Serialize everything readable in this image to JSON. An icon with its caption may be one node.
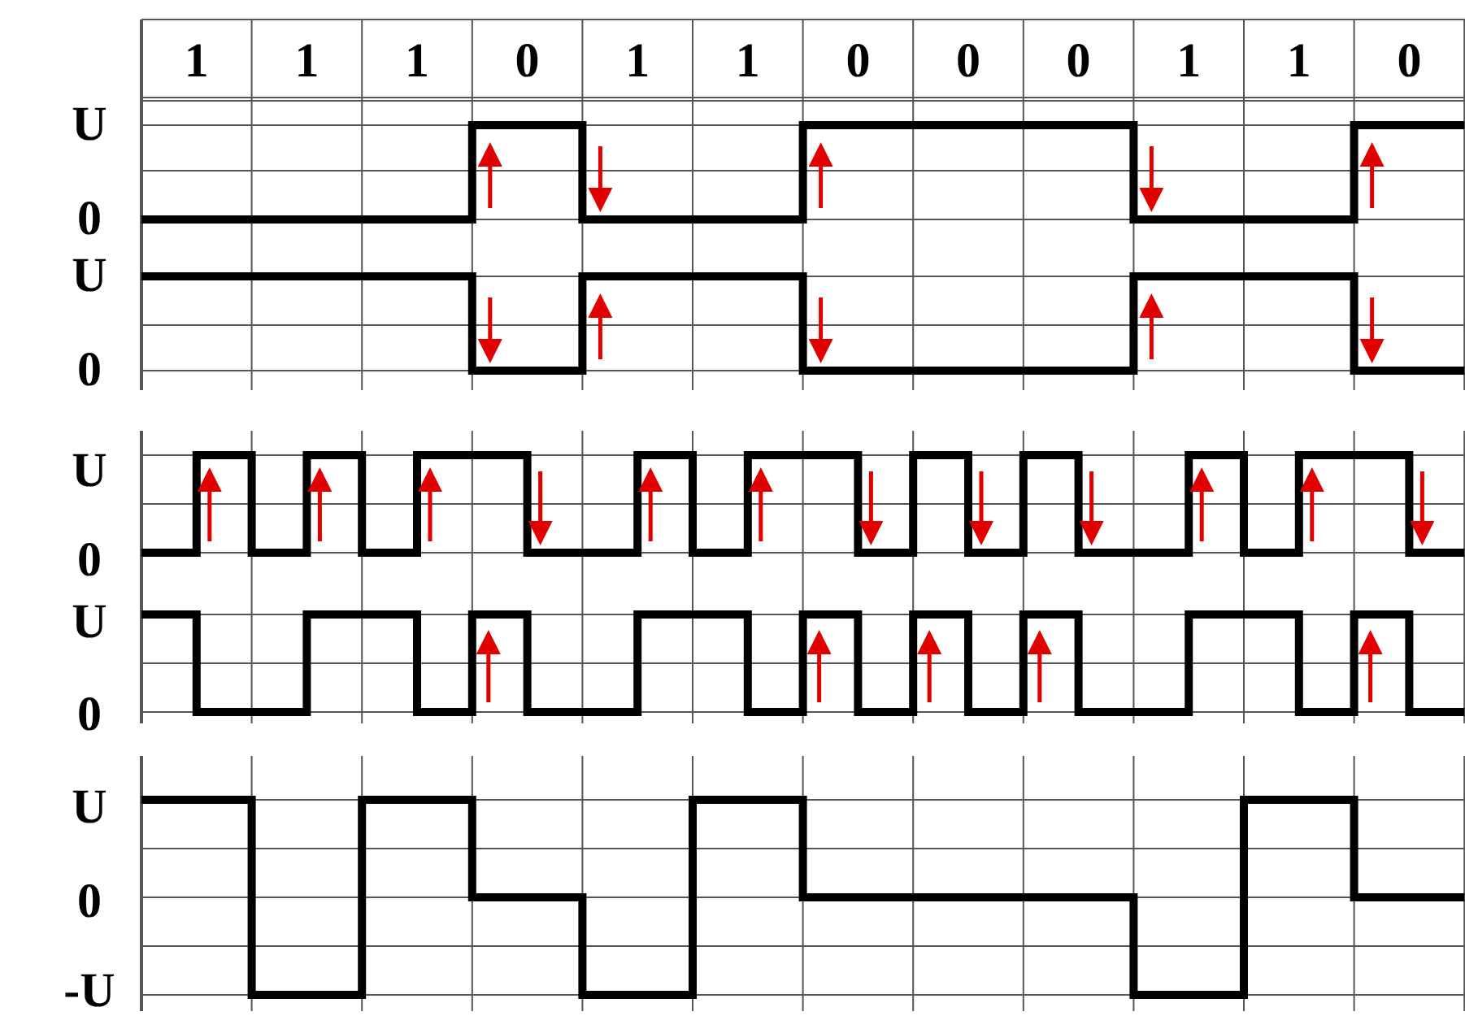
{
  "diagram": {
    "labels": [
      "1",
      "1",
      "1",
      "0",
      "1",
      "1",
      "0",
      "0",
      "0",
      "1",
      "1",
      "0",
      "U",
      "0",
      "U",
      "0",
      "U",
      "0",
      "U",
      "0",
      "U",
      "0",
      "-U"
    ]
  }
}
